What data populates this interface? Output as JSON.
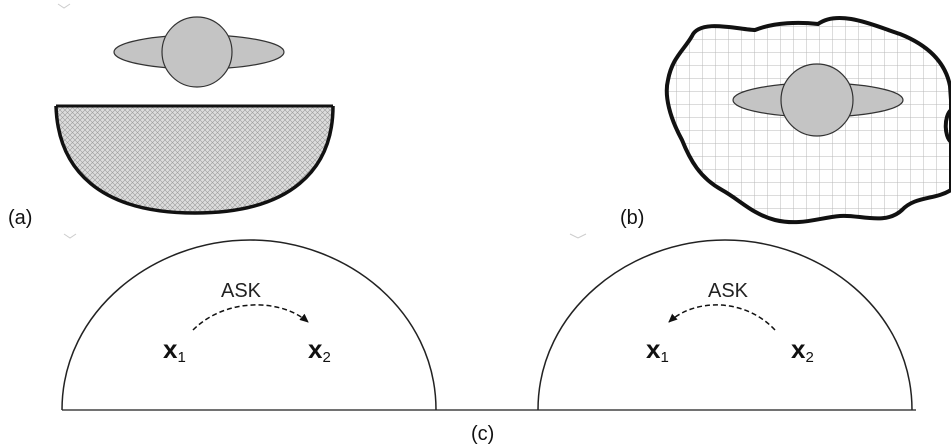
{
  "panels": {
    "a": {
      "label": "(a)"
    },
    "b": {
      "label": "(b)"
    },
    "c": {
      "label": "(c)",
      "left": {
        "arrow_label": "ASK",
        "x1": {
          "base": "x",
          "sub": "1"
        },
        "x2": {
          "base": "x",
          "sub": "2"
        }
      },
      "right": {
        "arrow_label": "ASK",
        "x1": {
          "base": "x",
          "sub": "1"
        },
        "x2": {
          "base": "x",
          "sub": "2"
        }
      }
    }
  },
  "colors": {
    "stroke": "#111111",
    "object_fill": "#c4c4c4",
    "bowl_fill": "#d8d8d8",
    "grid_line": "#b8b8b8"
  }
}
